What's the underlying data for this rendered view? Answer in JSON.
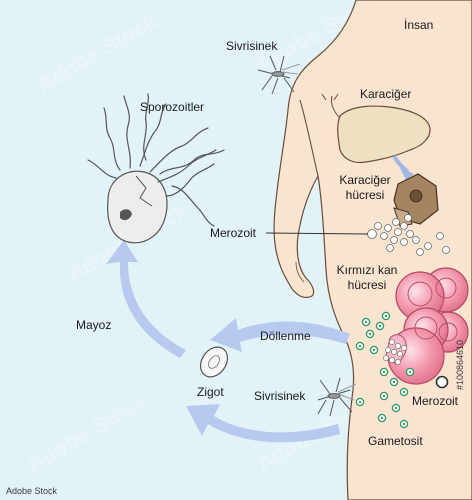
{
  "diagram": {
    "labels": {
      "insan": "İnsan",
      "sivrisinek_top": "Sivrisinek",
      "karaciger": "Karaciğer",
      "sporozoitler": "Sporozoitler",
      "karaciger_hucresi_1": "Karaciğer",
      "karaciger_hucresi_2": "hücresi",
      "merozoit_left": "Merozoit",
      "kirmizi_kan_1": "Kırmızı kan",
      "kirmizi_kan_2": "hücresi",
      "mayoz": "Mayoz",
      "dollenme": "Döllenme",
      "zigot": "Zigot",
      "sivrisinek_bottom": "Sivrisinek",
      "merozoit_right": "Merozoit",
      "gametosit": "Gametosit"
    },
    "colors": {
      "background": "#e2f3f8",
      "skin": "#f9e4d0",
      "liver": "#ede1c2",
      "liver_cell": "#a58462",
      "red_blood_cell": "#f49ab0",
      "arrow": "#b7c9ef",
      "gametocyte": "#2e9a62"
    }
  },
  "stock": {
    "watermark": "Adobe Stock",
    "image_id": "#100864610",
    "footer": "Adobe Stock"
  }
}
